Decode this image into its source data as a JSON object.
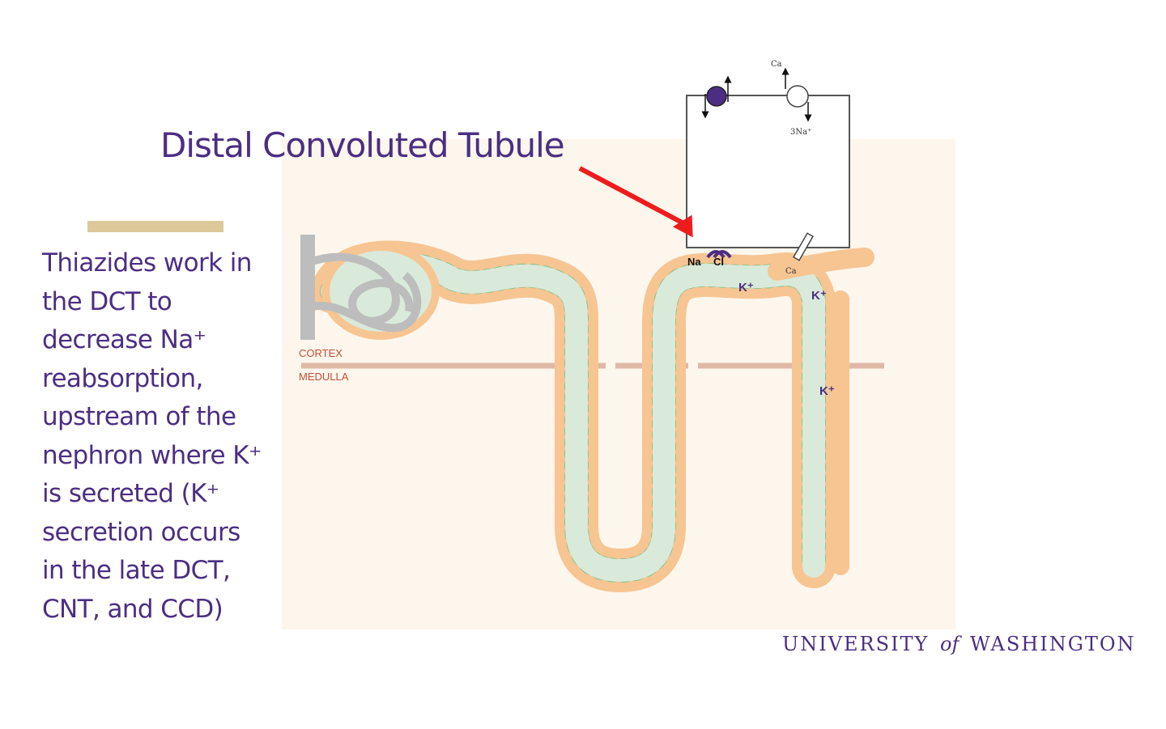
{
  "slide": {
    "title": "Distal Convoluted Tubule",
    "body_lines": [
      "Thiazides work in",
      "the DCT to",
      "decrease Na⁺",
      "reabsorption,",
      "upstream of the",
      "nephron where K⁺",
      "is secreted (K⁺",
      "secretion occurs",
      "in the late DCT,",
      "CNT, and CCD)"
    ]
  },
  "diagram": {
    "regions": {
      "cortex": "CORTEX",
      "medulla": "MEDULLA"
    },
    "cell_labels": {
      "ca_top": "Ca",
      "na3": "3Na⁺",
      "na": "Na",
      "cl": "Cl",
      "ca_apical": "Ca"
    },
    "k_labels": [
      "K⁺",
      "K⁺",
      "K⁺"
    ],
    "colors": {
      "panel": "#fdf6ec",
      "lumen": "#d9eadb",
      "cells": "#f7c592",
      "cell_edge": "#8cc08a",
      "medulla_line": "#e0b8a8",
      "arrow": "#ee1c1c",
      "brand_purple": "#4b2e83",
      "gold": "#dcc99a"
    },
    "icons": [
      "red-arrow",
      "na-k-atpase-pump",
      "na-ca-exchanger",
      "nacl-cotransporter",
      "ca-channel",
      "glomerulus"
    ]
  },
  "footer": {
    "logo_pre": "UNIVERSITY",
    "logo_of": "of",
    "logo_post": "WASHINGTON"
  }
}
